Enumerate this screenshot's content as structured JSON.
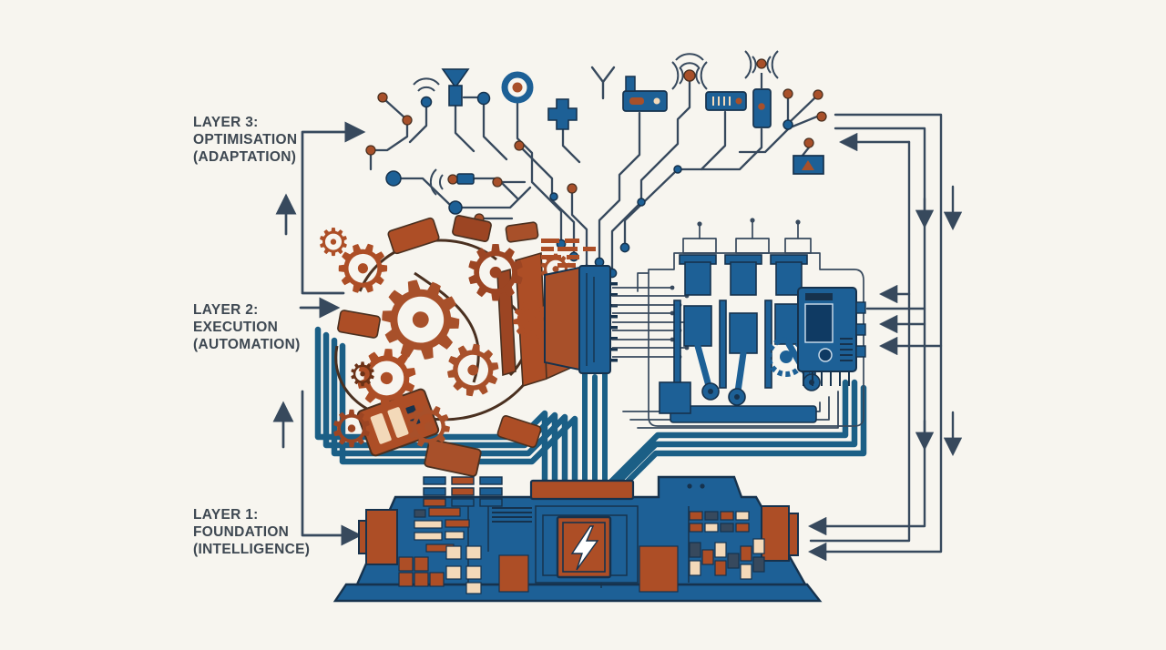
{
  "diagram": {
    "description": "Three-layer automation stack illustration: circuit tree (optimisation), gears and engine (execution), motherboard platform (foundation)."
  },
  "layers": [
    {
      "id": "layer3",
      "lines": [
        "LAYER 3:",
        "OPTIMISATION",
        "(ADAPTATION)"
      ]
    },
    {
      "id": "layer2",
      "lines": [
        "LAYER 2:",
        "EXECUTION",
        "(AUTOMATION)"
      ]
    },
    {
      "id": "layer1",
      "lines": [
        "LAYER 1:",
        "FOUNDATION",
        "(INTELLIGENCE)"
      ]
    }
  ],
  "icons": [
    "funnel-antenna-icon",
    "wifi-node-icon",
    "ring-node-icon",
    "plus-chip-icon",
    "antenna-y-icon",
    "router-icon",
    "wifi-beacon-icon",
    "slot-router-icon",
    "wifi-sensor-icon",
    "alert-box-icon",
    "gear-icon",
    "lightning-bolt-icon",
    "pin-header",
    "up-arrow",
    "down-arrow",
    "feedback-arrow"
  ],
  "colors": {
    "bg": "#f7f5ef",
    "blue": "#1d6096",
    "blueDeep": "#0f3a63",
    "outline": "#16324d",
    "navy": "#37495d",
    "trace": "#1b5f86",
    "rust": "#ad4e26",
    "rust2": "#a8502a",
    "rust3": "#9c4523",
    "wire": "#4a3020",
    "cream": "#f3d9b9",
    "text": "#3e4852",
    "white": "#ffffff"
  }
}
